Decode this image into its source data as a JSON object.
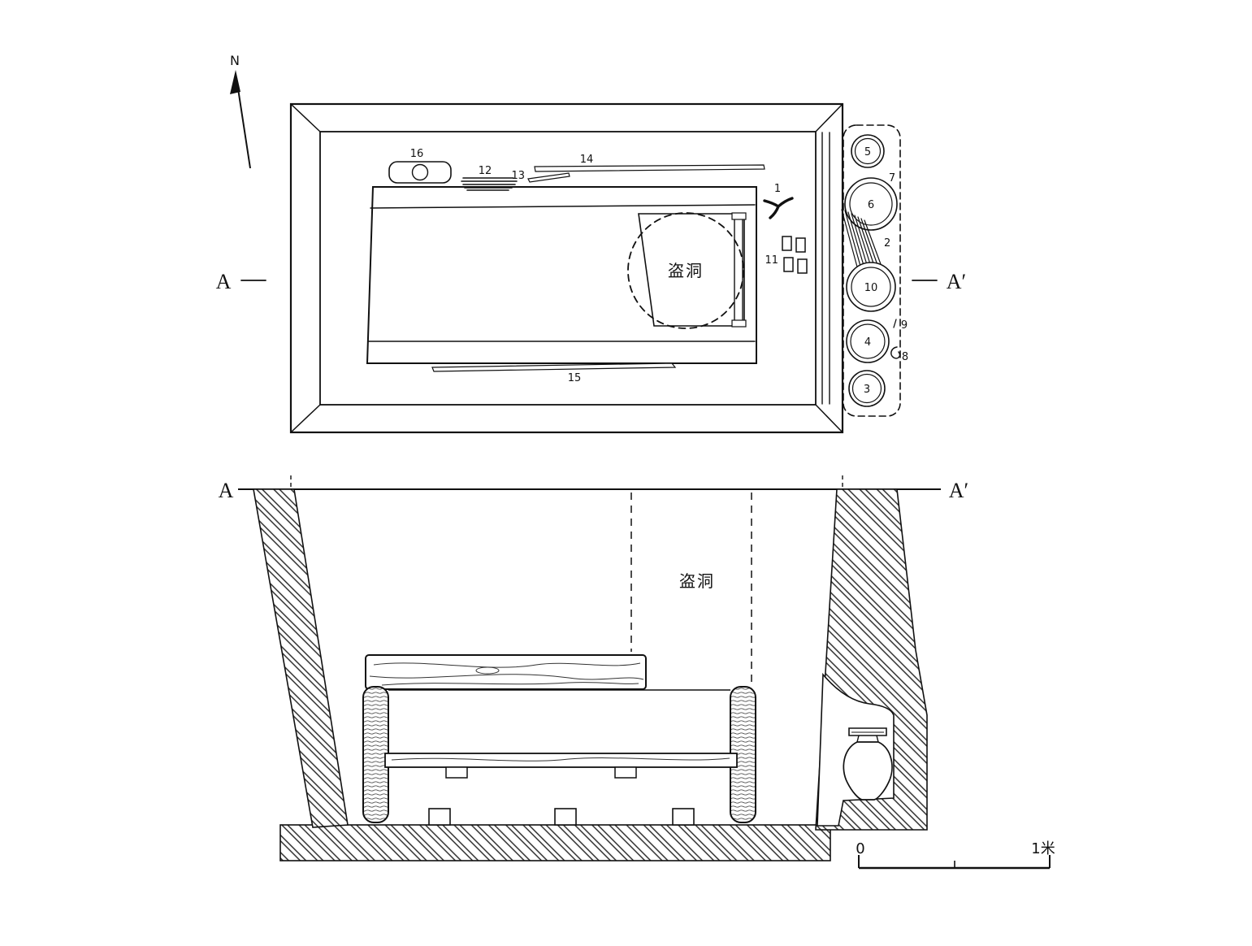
{
  "compass": {
    "label": "N"
  },
  "plan": {
    "cut_left": "A",
    "cut_right": "A′",
    "robber_hole": "盗洞",
    "labels": {
      "n1": "1",
      "n2": "2",
      "n3": "3",
      "n4": "4",
      "n5": "5",
      "n6": "6",
      "n7": "7",
      "n8": "8",
      "n9": "9",
      "n10": "10",
      "n11": "11",
      "n12": "12",
      "n13": "13",
      "n14": "14",
      "n15": "15",
      "n16": "16"
    }
  },
  "section": {
    "cut_left": "A",
    "cut_right": "A′",
    "robber_hole": "盗洞"
  },
  "scale": {
    "zero": "0",
    "one_meter": "1米"
  }
}
